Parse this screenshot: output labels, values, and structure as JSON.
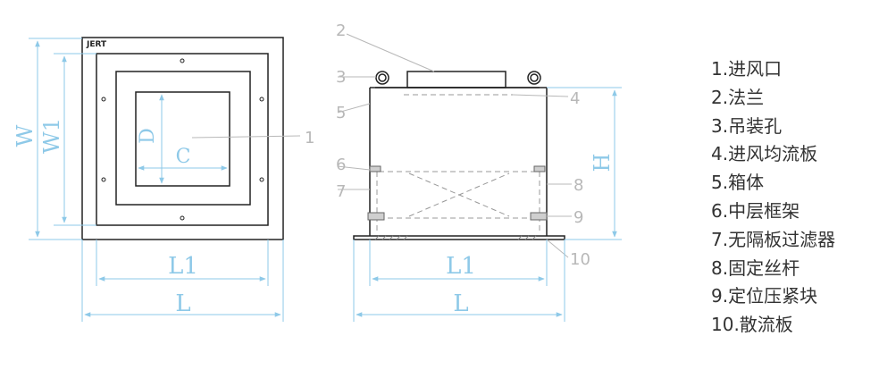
{
  "brand": "JERT",
  "front_view": {
    "dims": {
      "W": "W",
      "W1": "W1",
      "D": "D",
      "C": "C",
      "L1": "L1",
      "L": "L"
    },
    "callouts": [
      "1"
    ]
  },
  "side_view": {
    "dims": {
      "H": "H",
      "L1": "L1",
      "L": "L"
    },
    "callouts": [
      "2",
      "3",
      "4",
      "5",
      "6",
      "7",
      "8",
      "9",
      "10"
    ]
  },
  "legend": [
    "1.进风口",
    "2.法兰",
    "3.吊装孔",
    "4.进风均流板",
    "5.箱体",
    "6.中层框架",
    "7.无隔板过滤器",
    "8.固定丝杆",
    "9.定位压紧块",
    "10.散流板"
  ],
  "colors": {
    "line": "#222222",
    "dimension": "#8ec9e8",
    "callout": "#b8b8b8"
  }
}
